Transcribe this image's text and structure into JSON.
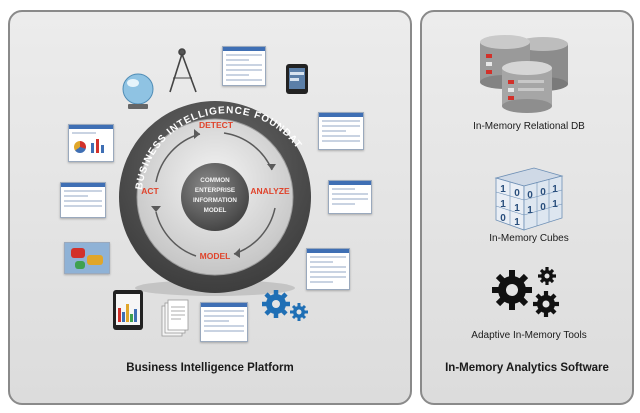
{
  "left_panel": {
    "caption": "Business Intelligence Platform",
    "ring_title": "BUSINESS INTELLIGENCE FOUNDATION",
    "center_text": [
      "COMMON",
      "ENTERPRISE",
      "INFORMATION",
      "MODEL"
    ],
    "stages": {
      "detect": "DETECT",
      "analyze": "ANALYZE",
      "model": "MODEL",
      "act": "ACT"
    },
    "icons": [
      "crystal-ball-icon",
      "compass-icon",
      "tablet-icon",
      "gears-icon",
      "document-stack-icon"
    ]
  },
  "right_panel": {
    "caption": "In-Memory Analytics Software",
    "items": [
      {
        "label": "In-Memory  Relational DB",
        "icon": "database-icon"
      },
      {
        "label": "In-Memory Cubes",
        "icon": "cube-icon"
      },
      {
        "label": "Adaptive In-Memory Tools",
        "icon": "gears-icon"
      }
    ],
    "cube_digits": [
      "1",
      "0",
      "1",
      "1",
      "0",
      "1",
      "0",
      "0",
      "1",
      "1",
      "0",
      "1"
    ]
  },
  "colors": {
    "stage_text": "#e0442c",
    "ring_dark": "#4a4a4a",
    "ring_light": "#d8d8d8",
    "gear_blue": "#1f6fb5",
    "gear_black": "#111111",
    "db_red": "#d2312a",
    "cube_blue": "#4a7fb5"
  }
}
